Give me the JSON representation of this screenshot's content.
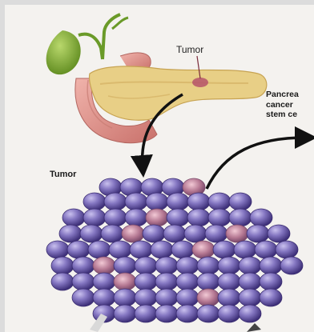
{
  "labels": {
    "tumor_organ": "Tumor",
    "tumor_cluster": "Tumor",
    "stem_cells": "Pancrea\ncancer\nstem ce"
  },
  "colors": {
    "background": "#f4f2ef",
    "gallbladder": "#8fb83a",
    "duodenum": "#e9a39b",
    "pancreas": "#e8cf86",
    "tumor_cell": "#7b6fb4",
    "stem_cell": "#b07aa0",
    "arrow": "#111111"
  }
}
